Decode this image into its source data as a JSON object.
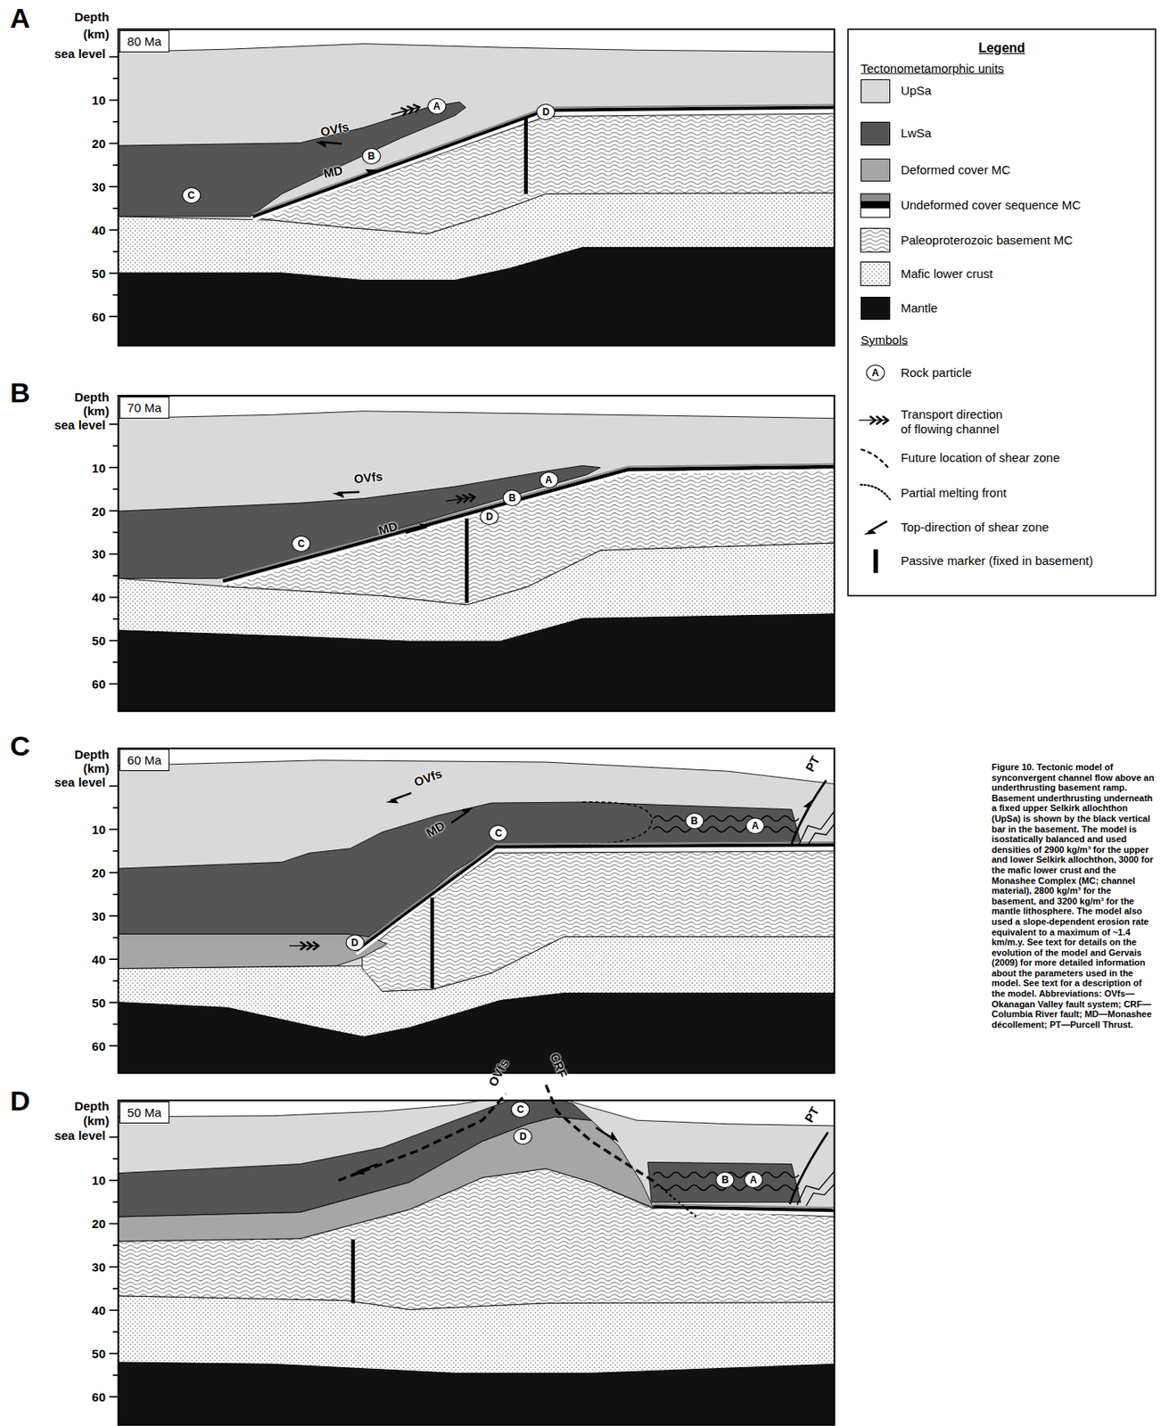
{
  "diagram": {
    "caption": "Figure 10. Tectonic model of synconvergent channel flow above an underthrusting basement ramp. Basement underthrusting underneath a fixed upper Selkirk allochthon (UpSa) is shown by the black vertical bar in the basement. The model is isostatically balanced and used densities of 2900 kg/m³ for the upper and lower Selkirk allochthon, 3000 for the mafic lower crust and the Monashee Complex (MC; channel material), 2800 kg/m³ for the basement, and 3200 kg/m³ for the mantle lithosphere. The model also used a slope-dependent erosion rate equivalent to a maximum of ~1.4 km/m.y. See text for details on the evolution of the model and Gervais (2009) for more detailed information about the parameters used in the model. See text for a description of the model. Abbreviations: OVfs—Okanagan Valley fault system; CRF—Columbia River fault; MD—Monashee décollement; PT—Purcell Thrust.",
    "nodes": [
      {
        "text": [
          "80 Ma"
        ]
      },
      {
        "text": [
          "A"
        ]
      },
      {
        "text": [
          "B"
        ]
      },
      {
        "text": [
          "C"
        ]
      },
      {
        "text": [
          "D"
        ]
      },
      {
        "text": [
          "70 Ma"
        ]
      },
      {
        "text": [
          "A"
        ]
      },
      {
        "text": [
          "B"
        ]
      },
      {
        "text": [
          "C"
        ]
      },
      {
        "text": [
          "D"
        ]
      },
      {
        "text": [
          "60 Ma"
        ]
      },
      {
        "text": [
          "A"
        ]
      },
      {
        "text": [
          "B"
        ]
      },
      {
        "text": [
          "C"
        ]
      },
      {
        "text": [
          "D"
        ]
      },
      {
        "text": [
          "50 Ma"
        ]
      },
      {
        "text": [
          "A"
        ]
      },
      {
        "text": [
          "B"
        ]
      },
      {
        "text": [
          "C"
        ]
      },
      {
        "text": [
          "D"
        ]
      },
      {
        "text": [
          "A"
        ]
      }
    ],
    "labels": [
      "A",
      "Depth",
      "(km)",
      "sea level",
      "10",
      "20",
      "30",
      "40",
      "50",
      "60",
      "OVfs",
      "MD",
      "B",
      "Depth",
      "(km)",
      "sea level",
      "10",
      "20",
      "30",
      "40",
      "50",
      "60",
      "OVfs",
      "MD",
      "C",
      "Depth",
      "(km)",
      "sea level",
      "10",
      "20",
      "30",
      "40",
      "50",
      "60",
      "OVfs",
      "MD",
      "PT",
      "D",
      "Depth",
      "(km)",
      "sea level",
      "10",
      "20",
      "30",
      "40",
      "50",
      "60",
      "OVfs",
      "CRF",
      "PT",
      "Legend",
      "Tectonometamorphic units",
      "Symbols"
    ],
    "legend": [
      {
        "text": "UpSa",
        "color": "#d9d9d9"
      },
      {
        "text": "LwSa",
        "color": "#555555"
      },
      {
        "text": "Deformed cover MC",
        "color": "#a6a6a6"
      },
      {
        "text": "Undeformed cover sequence MC"
      },
      {
        "text": "Paleoproterozoic basement MC"
      },
      {
        "text": "Mafic lower crust"
      },
      {
        "text": "Mantle",
        "color": "#111111"
      },
      {
        "text": "Rock particle"
      },
      {
        "text": "Transport direction of flowing channel"
      },
      {
        "text": "Future location of shear zone"
      },
      {
        "text": "Partial melting front"
      },
      {
        "text": "Top-direction of shear zone"
      },
      {
        "text": "Passive marker (fixed in basement)"
      }
    ]
  }
}
